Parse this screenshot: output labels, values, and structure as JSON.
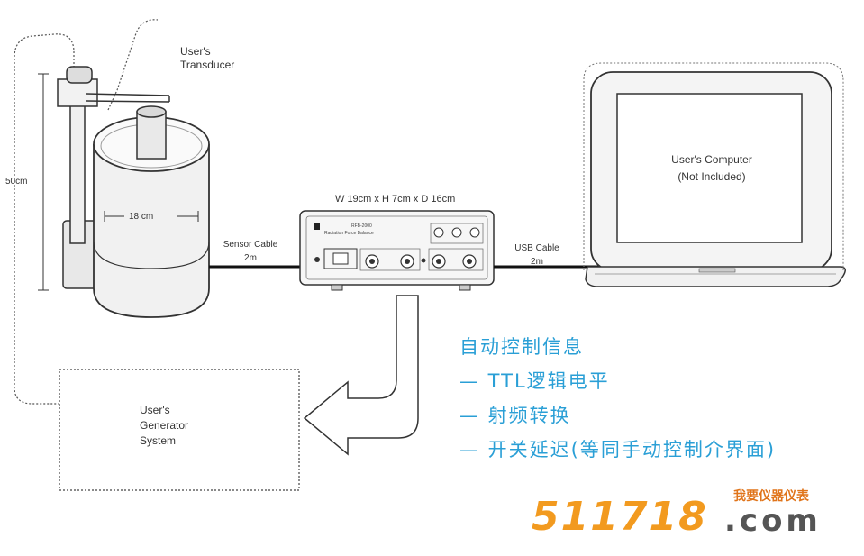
{
  "diagram": {
    "transducer_label_line1": "User's",
    "transducer_label_line2": "Transducer",
    "height_label": "50cm",
    "diameter_label": "18 cm",
    "sensor_cable_line1": "Sensor Cable",
    "sensor_cable_line2": "2m",
    "device_dimensions": "W 19cm x H 7cm x D 16cm",
    "device_model": "RFB-2000",
    "device_subtitle": "Radiation Force Balance",
    "usb_cable_line1": "USB Cable",
    "usb_cable_line2": "2m",
    "computer_line1": "User's Computer",
    "computer_line2": "(Not Included)",
    "generator_line1": "User's",
    "generator_line2": "Generator",
    "generator_line3": "System"
  },
  "notes": {
    "title": "自动控制信息",
    "items": [
      "— TTL逻辑电平",
      "— 射频转换",
      "— 开关延迟(等同手动控制介界面)"
    ]
  },
  "watermark": {
    "number": "511718",
    "dot_com": ".com",
    "site_name": "我要仪器仪表"
  },
  "colors": {
    "accent_text": "#2a9fd6",
    "watermark_orange": "#f29a1f",
    "line": "#222222"
  }
}
